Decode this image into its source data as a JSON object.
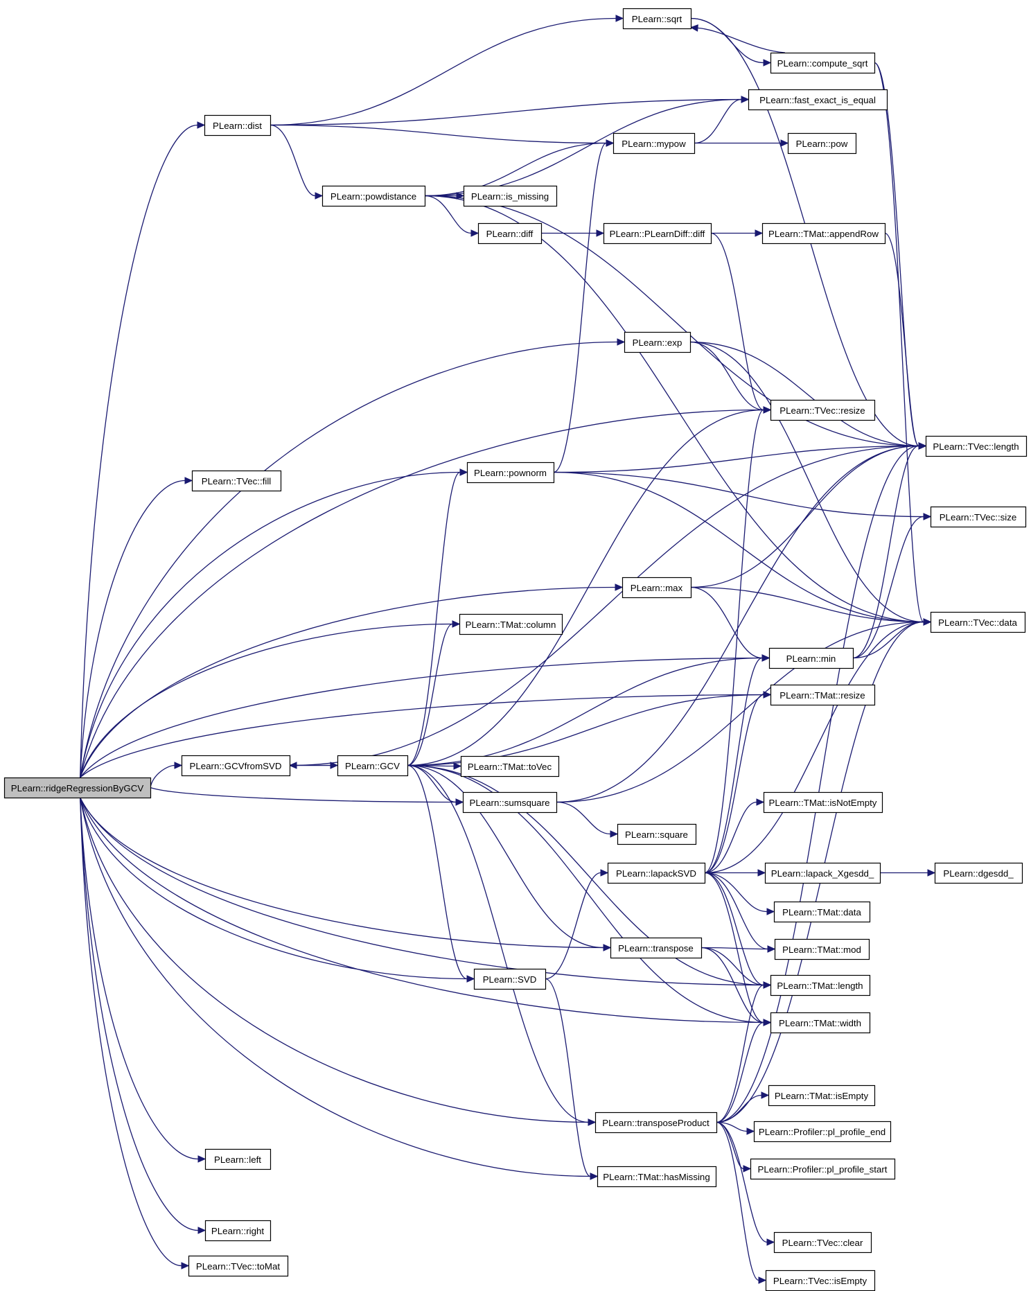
{
  "colors": {
    "edge": "#191970",
    "root_fill": "#bfbfbf",
    "node_fill": "#ffffff",
    "border": "#000000"
  },
  "nodes": [
    {
      "id": "ridgeRegressionByGCV",
      "label": "PLearn::ridgeRegressionByGCV",
      "root": true
    },
    {
      "id": "dist",
      "label": "PLearn::dist"
    },
    {
      "id": "powdistance",
      "label": "PLearn::powdistance"
    },
    {
      "id": "is_missing",
      "label": "PLearn::is_missing"
    },
    {
      "id": "diff",
      "label": "PLearn::diff"
    },
    {
      "id": "PLearnDiff_diff",
      "label": "PLearn::PLearnDiff::diff"
    },
    {
      "id": "appendRow",
      "label": "PLearn::TMat::appendRow"
    },
    {
      "id": "sqrt",
      "label": "PLearn::sqrt"
    },
    {
      "id": "compute_sqrt",
      "label": "PLearn::compute_sqrt"
    },
    {
      "id": "fast_exact_is_equal",
      "label": "PLearn::fast_exact_is_equal"
    },
    {
      "id": "mypow",
      "label": "PLearn::mypow"
    },
    {
      "id": "pow",
      "label": "PLearn::pow"
    },
    {
      "id": "exp",
      "label": "PLearn::exp"
    },
    {
      "id": "tvec_resize",
      "label": "PLearn::TVec::resize"
    },
    {
      "id": "tvec_length",
      "label": "PLearn::TVec::length"
    },
    {
      "id": "pownorm",
      "label": "PLearn::pownorm"
    },
    {
      "id": "tvec_fill",
      "label": "PLearn::TVec::fill"
    },
    {
      "id": "tvec_size",
      "label": "PLearn::TVec::size"
    },
    {
      "id": "max",
      "label": "PLearn::max"
    },
    {
      "id": "tvec_data",
      "label": "PLearn::TVec::data"
    },
    {
      "id": "tmat_column",
      "label": "PLearn::TMat::column"
    },
    {
      "id": "min",
      "label": "PLearn::min"
    },
    {
      "id": "tmat_resize",
      "label": "PLearn::TMat::resize"
    },
    {
      "id": "GCVfromSVD",
      "label": "PLearn::GCVfromSVD"
    },
    {
      "id": "GCV",
      "label": "PLearn::GCV"
    },
    {
      "id": "toVec",
      "label": "PLearn::TMat::toVec"
    },
    {
      "id": "sumsquare",
      "label": "PLearn::sumsquare"
    },
    {
      "id": "isNotEmpty",
      "label": "PLearn::TMat::isNotEmpty"
    },
    {
      "id": "square",
      "label": "PLearn::square"
    },
    {
      "id": "lapackSVD",
      "label": "PLearn::lapackSVD"
    },
    {
      "id": "lapack_Xgesdd_",
      "label": "PLearn::lapack_Xgesdd_"
    },
    {
      "id": "dgesdd_",
      "label": "PLearn::dgesdd_"
    },
    {
      "id": "tmat_data",
      "label": "PLearn::TMat::data"
    },
    {
      "id": "transpose",
      "label": "PLearn::transpose"
    },
    {
      "id": "tmat_mod",
      "label": "PLearn::TMat::mod"
    },
    {
      "id": "SVD",
      "label": "PLearn::SVD"
    },
    {
      "id": "tmat_length",
      "label": "PLearn::TMat::length"
    },
    {
      "id": "tmat_width",
      "label": "PLearn::TMat::width"
    },
    {
      "id": "tmat_isEmpty",
      "label": "PLearn::TMat::isEmpty"
    },
    {
      "id": "transposeProduct",
      "label": "PLearn::transposeProduct"
    },
    {
      "id": "pl_profile_end",
      "label": "PLearn::Profiler::pl_profile_end"
    },
    {
      "id": "pl_profile_start",
      "label": "PLearn::Profiler::pl_profile_start"
    },
    {
      "id": "left",
      "label": "PLearn::left"
    },
    {
      "id": "hasMissing",
      "label": "PLearn::TMat::hasMissing"
    },
    {
      "id": "right",
      "label": "PLearn::right"
    },
    {
      "id": "toMat",
      "label": "PLearn::TVec::toMat"
    },
    {
      "id": "tvec_clear",
      "label": "PLearn::TVec::clear"
    },
    {
      "id": "tvec_isEmpty",
      "label": "PLearn::TVec::isEmpty"
    }
  ],
  "edges": [
    [
      "ridgeRegressionByGCV",
      "dist"
    ],
    [
      "ridgeRegressionByGCV",
      "exp"
    ],
    [
      "ridgeRegressionByGCV",
      "tvec_resize"
    ],
    [
      "ridgeRegressionByGCV",
      "pownorm"
    ],
    [
      "ridgeRegressionByGCV",
      "tvec_fill"
    ],
    [
      "ridgeRegressionByGCV",
      "max"
    ],
    [
      "ridgeRegressionByGCV",
      "min"
    ],
    [
      "ridgeRegressionByGCV",
      "tmat_resize"
    ],
    [
      "ridgeRegressionByGCV",
      "tmat_column"
    ],
    [
      "ridgeRegressionByGCV",
      "GCVfromSVD"
    ],
    [
      "ridgeRegressionByGCV",
      "sumsquare"
    ],
    [
      "ridgeRegressionByGCV",
      "SVD"
    ],
    [
      "ridgeRegressionByGCV",
      "transpose"
    ],
    [
      "ridgeRegressionByGCV",
      "tmat_length"
    ],
    [
      "ridgeRegressionByGCV",
      "tmat_width"
    ],
    [
      "ridgeRegressionByGCV",
      "transposeProduct"
    ],
    [
      "ridgeRegressionByGCV",
      "left"
    ],
    [
      "ridgeRegressionByGCV",
      "hasMissing"
    ],
    [
      "ridgeRegressionByGCV",
      "right"
    ],
    [
      "ridgeRegressionByGCV",
      "toMat"
    ],
    [
      "dist",
      "sqrt"
    ],
    [
      "dist",
      "fast_exact_is_equal"
    ],
    [
      "dist",
      "mypow"
    ],
    [
      "dist",
      "powdistance"
    ],
    [
      "powdistance",
      "fast_exact_is_equal"
    ],
    [
      "powdistance",
      "mypow"
    ],
    [
      "powdistance",
      "is_missing"
    ],
    [
      "powdistance",
      "diff"
    ],
    [
      "powdistance",
      "tvec_length"
    ],
    [
      "powdistance",
      "tvec_data"
    ],
    [
      "diff",
      "PLearnDiff_diff"
    ],
    [
      "PLearnDiff_diff",
      "appendRow"
    ],
    [
      "PLearnDiff_diff",
      "tvec_resize"
    ],
    [
      "appendRow",
      "tvec_length"
    ],
    [
      "sqrt",
      "compute_sqrt"
    ],
    [
      "sqrt",
      "tvec_length"
    ],
    [
      "compute_sqrt",
      "sqrt"
    ],
    [
      "compute_sqrt",
      "tvec_length"
    ],
    [
      "compute_sqrt",
      "tvec_data"
    ],
    [
      "mypow",
      "fast_exact_is_equal"
    ],
    [
      "mypow",
      "pow"
    ],
    [
      "exp",
      "tvec_resize"
    ],
    [
      "exp",
      "tvec_length"
    ],
    [
      "exp",
      "tvec_data"
    ],
    [
      "pownorm",
      "mypow"
    ],
    [
      "pownorm",
      "tvec_length"
    ],
    [
      "pownorm",
      "tvec_size"
    ],
    [
      "pownorm",
      "tvec_data"
    ],
    [
      "max",
      "tvec_length"
    ],
    [
      "max",
      "tvec_data"
    ],
    [
      "max",
      "min"
    ],
    [
      "min",
      "tvec_length"
    ],
    [
      "min",
      "tvec_data"
    ],
    [
      "min",
      "tvec_size"
    ],
    [
      "GCVfromSVD",
      "GCV"
    ],
    [
      "GCVfromSVD",
      "tvec_length"
    ],
    [
      "GCV",
      "GCVfromSVD"
    ],
    [
      "GCV",
      "pownorm"
    ],
    [
      "GCV",
      "tmat_column"
    ],
    [
      "GCV",
      "tvec_resize"
    ],
    [
      "GCV",
      "min"
    ],
    [
      "GCV",
      "tmat_resize"
    ],
    [
      "GCV",
      "toVec"
    ],
    [
      "GCV",
      "sumsquare"
    ],
    [
      "GCV",
      "SVD"
    ],
    [
      "GCV",
      "transpose"
    ],
    [
      "GCV",
      "tmat_length"
    ],
    [
      "GCV",
      "tmat_width"
    ],
    [
      "GCV",
      "transposeProduct"
    ],
    [
      "sumsquare",
      "square"
    ],
    [
      "sumsquare",
      "tvec_length"
    ],
    [
      "sumsquare",
      "tvec_data"
    ],
    [
      "SVD",
      "lapackSVD"
    ],
    [
      "SVD",
      "hasMissing"
    ],
    [
      "lapackSVD",
      "isNotEmpty"
    ],
    [
      "lapackSVD",
      "lapack_Xgesdd_"
    ],
    [
      "lapackSVD",
      "tmat_data"
    ],
    [
      "lapackSVD",
      "tmat_mod"
    ],
    [
      "lapackSVD",
      "tmat_length"
    ],
    [
      "lapackSVD",
      "tmat_width"
    ],
    [
      "lapackSVD",
      "tvec_data"
    ],
    [
      "lapackSVD",
      "tvec_resize"
    ],
    [
      "lapackSVD",
      "tmat_resize"
    ],
    [
      "lapackSVD",
      "min"
    ],
    [
      "lapack_Xgesdd_",
      "dgesdd_"
    ],
    [
      "transpose",
      "tmat_mod"
    ],
    [
      "transpose",
      "tmat_length"
    ],
    [
      "transpose",
      "tmat_width"
    ],
    [
      "transposeProduct",
      "tmat_isEmpty"
    ],
    [
      "transposeProduct",
      "pl_profile_end"
    ],
    [
      "transposeProduct",
      "pl_profile_start"
    ],
    [
      "transposeProduct",
      "tmat_length"
    ],
    [
      "transposeProduct",
      "tmat_width"
    ],
    [
      "transposeProduct",
      "tvec_clear"
    ],
    [
      "transposeProduct",
      "tvec_isEmpty"
    ],
    [
      "transposeProduct",
      "tvec_data"
    ],
    [
      "transposeProduct",
      "tvec_length"
    ]
  ]
}
